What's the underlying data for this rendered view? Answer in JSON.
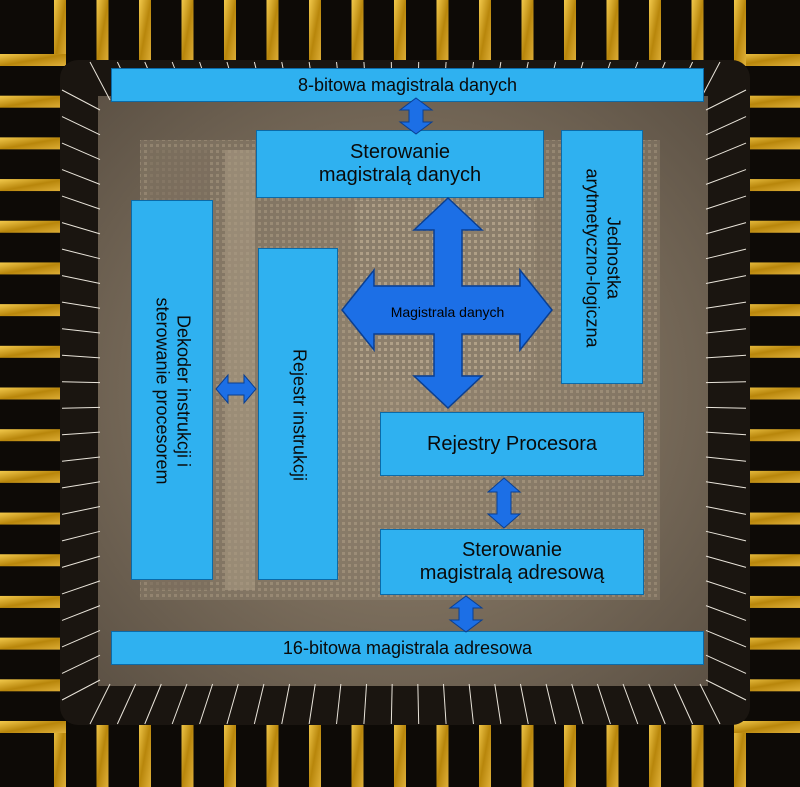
{
  "colors": {
    "block_fill": "#2fb1f0",
    "arrow_fill": "#1c6fe6",
    "gold": "#d9a51c",
    "die": "#8a7a66"
  },
  "blocks": {
    "data_bus_8bit": "8-bitowa magistrala danych",
    "data_bus_control": "Sterowanie\nmagistralą danych",
    "alu": "Jednostka\narytmetyczno-logiczna",
    "instruction_decoder": "Dekoder instrukcji i\nsterowanie procesorem",
    "instruction_register": "Rejestr instrukcji",
    "cpu_registers": "Rejestry Procesora",
    "address_bus_control": "Sterowanie\nmagistralą adresową",
    "address_bus_16bit": "16-bitowa magistrala adresowa"
  },
  "arrows": {
    "internal_data_bus_label": "Magistrala danych"
  }
}
